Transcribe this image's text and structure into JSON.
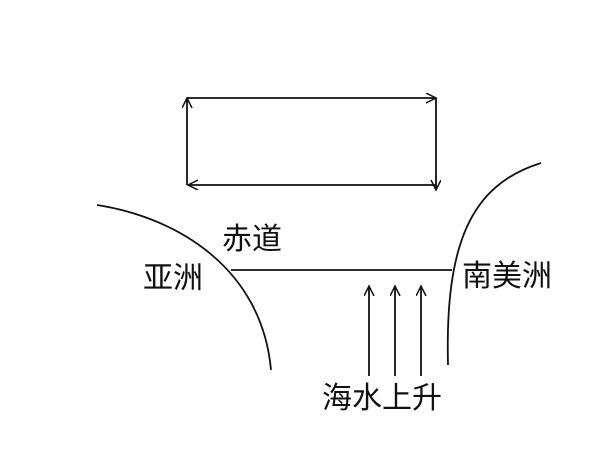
{
  "labels": {
    "asia": "亚洲",
    "equator": "赤道",
    "south_america": "南美洲",
    "sea_level_rise": "海水上升"
  },
  "colors": {
    "line": "#111111",
    "background": "#ffffff"
  }
}
